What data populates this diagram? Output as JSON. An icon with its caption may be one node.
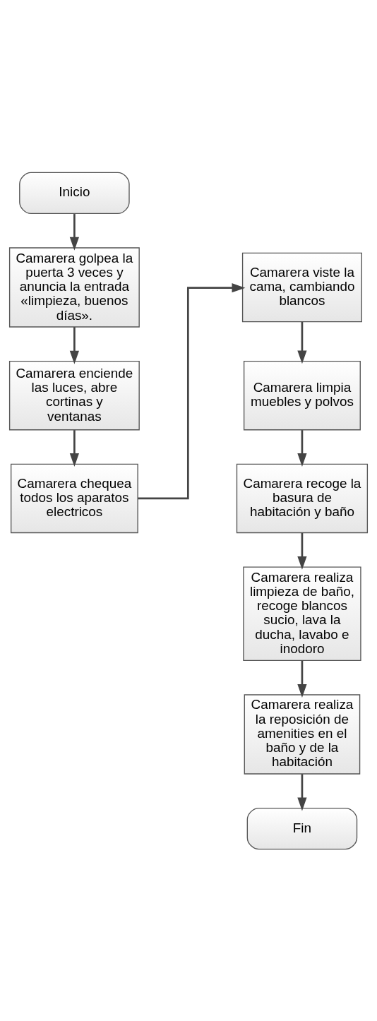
{
  "diagram": {
    "nodes": [
      {
        "text": [
          "Inicio"
        ]
      },
      {
        "text": [
          "Camarera golpea la puerta 3 veces y anuncia la entrada «limpieza, buenos días»."
        ]
      },
      {
        "text": [
          "Camarera enciende las luces, abre cortinas y ventanas"
        ]
      },
      {
        "text": [
          "Camarera chequea todos los aparatos electricos"
        ]
      },
      {
        "text": [
          "Camarera viste la cama, cambiando blancos"
        ]
      },
      {
        "text": [
          "Camarera limpia muebles y polvos"
        ]
      },
      {
        "text": [
          "Camarera recoge la basura de habitación y baño"
        ]
      },
      {
        "text": [
          "Camarera realiza limpieza de baño, recoge blancos sucio, lava la ducha, lavabo e inodoro"
        ]
      },
      {
        "text": [
          "Camarera realiza la reposición de amenities en el baño y de la habitación"
        ]
      },
      {
        "text": [
          "Fin"
        ]
      }
    ],
    "edges": [
      {
        "from": 0,
        "to": 1,
        "arrow": "to"
      },
      {
        "from": 1,
        "to": 2,
        "arrow": "to"
      },
      {
        "from": 2,
        "to": 3,
        "arrow": "to"
      },
      {
        "from": 3,
        "to": 4,
        "arrow": "to"
      },
      {
        "from": 4,
        "to": 5,
        "arrow": "to"
      },
      {
        "from": 5,
        "to": 6,
        "arrow": "to"
      },
      {
        "from": 6,
        "to": 7,
        "arrow": "to"
      },
      {
        "from": 7,
        "to": 8,
        "arrow": "to"
      },
      {
        "from": 8,
        "to": 9,
        "arrow": "to"
      }
    ]
  }
}
